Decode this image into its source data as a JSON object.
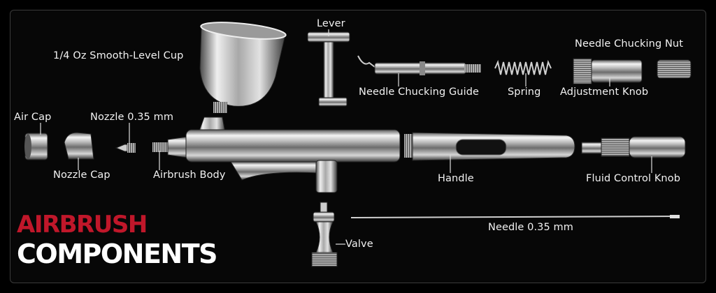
{
  "title": {
    "line1": "AIRBRUSH",
    "line2": "COMPONENTS"
  },
  "colors": {
    "accent": "#c0172a",
    "background": "#000000",
    "text": "#ffffff"
  },
  "labels": {
    "cup": "1/4 Oz Smooth-Level Cup",
    "lever": "Lever",
    "needle_chucking_guide": "Needle Chucking Guide",
    "spring": "Spring",
    "needle_chucking_nut": "Needle Chucking Nut",
    "adjustment_knob": "Adjustment Knob",
    "air_cap": "Air Cap",
    "nozzle": "Nozzle 0.35 mm",
    "nozzle_cap": "Nozzle Cap",
    "airbrush_body": "Airbrush Body",
    "handle": "Handle",
    "fluid_control_knob": "Fluid Control Knob",
    "needle": "Needle 0.35 mm",
    "valve": "Valve"
  }
}
